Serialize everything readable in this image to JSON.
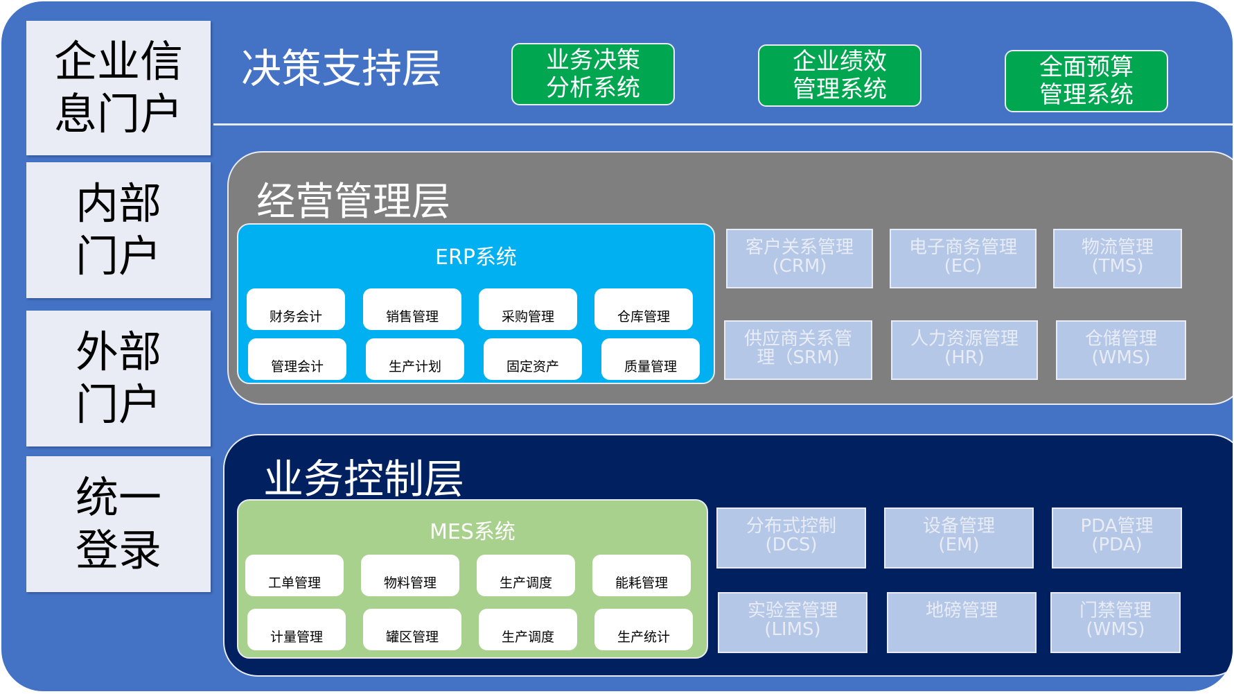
{
  "portals": [
    {
      "label": "企业信\n息门户"
    },
    {
      "label": "内部\n门户"
    },
    {
      "label": "外部\n门户"
    },
    {
      "label": "统一\n登录"
    }
  ],
  "decision_layer": {
    "title": "决策支持层",
    "systems": [
      "业务决策\n分析系统",
      "企业绩效\n管理系统",
      "全面预算\n管理系统"
    ]
  },
  "operation_layer": {
    "title": "经营管理层",
    "erp": {
      "title": "ERP系统",
      "modules": [
        "财务会计",
        "销售管理",
        "采购管理",
        "仓库管理",
        "管理会计",
        "生产计划",
        "固定资产",
        "质量管理"
      ]
    },
    "systems": [
      {
        "name": "客户关系管理",
        "code": "(CRM)"
      },
      {
        "name": "电子商务管理",
        "code": "(EC)"
      },
      {
        "name": "物流管理",
        "code": "(TMS)"
      },
      {
        "name": "供应商关系管",
        "code": "理（SRM)"
      },
      {
        "name": "人力资源管理",
        "code": "(HR)"
      },
      {
        "name": "仓储管理",
        "code": "(WMS)"
      }
    ]
  },
  "control_layer": {
    "title": "业务控制层",
    "mes": {
      "title": "MES系统",
      "modules": [
        "工单管理",
        "物料管理",
        "生产调度",
        "能耗管理",
        "计量管理",
        "罐区管理",
        "生产调度",
        "生产统计"
      ]
    },
    "systems": [
      {
        "name": "分布式控制",
        "code": "(DCS)"
      },
      {
        "name": "设备管理",
        "code": "(EM)"
      },
      {
        "name": "PDA管理",
        "code": "(PDA)"
      },
      {
        "name": "实验室管理",
        "code": "(LIMS)"
      },
      {
        "name": "地磅管理",
        "code": ""
      },
      {
        "name": "门禁管理",
        "code": "(WMS)"
      }
    ]
  },
  "colors": {
    "background": "#4472c4",
    "portal": "#e9ecf5",
    "decision_system": "#00a650",
    "operation_layer": "#7f7f7f",
    "erp": "#00b0f0",
    "control_layer": "#002060",
    "mes": "#a9d18e",
    "side_system": "#b4c7e7"
  }
}
